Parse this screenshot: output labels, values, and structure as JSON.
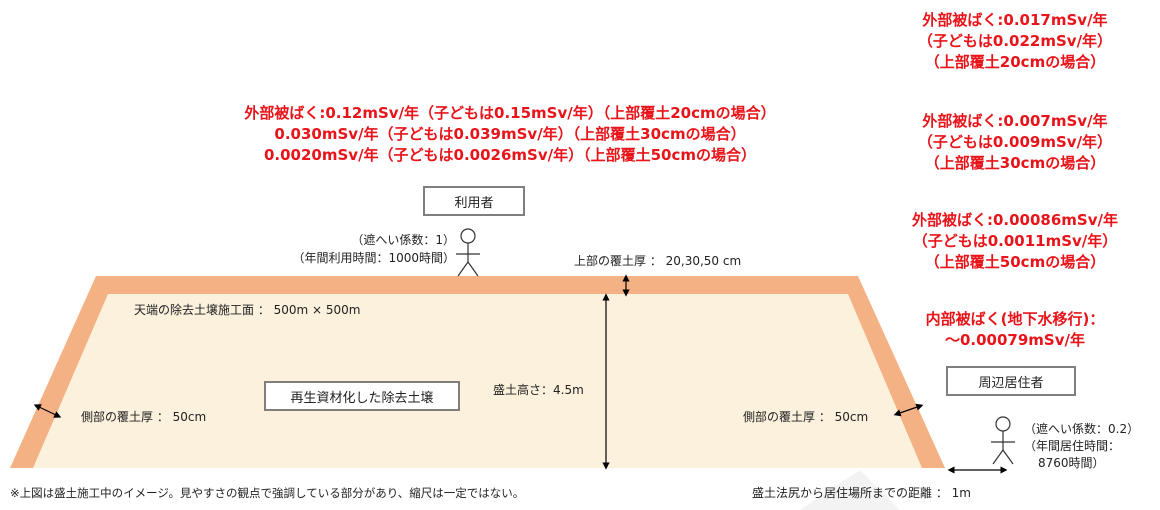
{
  "top_center_exposure": {
    "line1": "外部被ばく:0.12mSv/年（子どもは0.15mSv/年）（上部覆土20cmの場合）",
    "line2": "0.030mSv/年（子どもは0.039mSv/年）（上部覆土30cmの場合）",
    "line3": "0.0020mSv/年（子どもは0.0026mSv/年）（上部覆土50cmの場合）"
  },
  "right_exposure": {
    "block20": [
      "外部被ばく:0.017mSv/年",
      "（子どもは0.022mSv/年）",
      "（上部覆土20cmの場合）"
    ],
    "block30": [
      "外部被ばく:0.007mSv/年",
      "（子どもは0.009mSv/年）",
      "（上部覆土30cmの場合）"
    ],
    "block50": [
      "外部被ばく:0.00086mSv/年",
      "（子どもは0.0011mSv/年）",
      "（上部覆土50cmの場合）"
    ],
    "internal": [
      "内部被ばく(地下水移行)：",
      "～0.00079mSv/年"
    ]
  },
  "user": {
    "label": "利用者",
    "shielding": "（遮へい係数：1）",
    "usage_time": "（年間利用時間：1000時間）"
  },
  "resident": {
    "label": "周辺居住者",
    "shielding": "（遮へい係数：0.2）",
    "residence_time_1": "（年間居住時間：",
    "residence_time_2": "8760時間）"
  },
  "embankment": {
    "top_cover": "上部の覆土厚 ： 20,30,50 cm",
    "top_surface": "天端の除去土壌施工面 ： 500m × 500m",
    "material": "再生資材化した除去土壌",
    "height": "盛土高さ：4.5m",
    "side_cover_left": "側部の覆土厚 ： 50cm",
    "side_cover_right": "側部の覆土厚 ： 50cm",
    "distance": "盛土法尻から居住場所までの距離 ： 1m"
  },
  "footnote": "※上図は盛土施工中のイメージ。見やすさの観点で強調している部分があり、縮尺は一定ではない。",
  "colors": {
    "cover": "#f4b183",
    "soil": "#fbf1dc",
    "accent": "#e8141a",
    "box_border": "#7f7f7f"
  }
}
